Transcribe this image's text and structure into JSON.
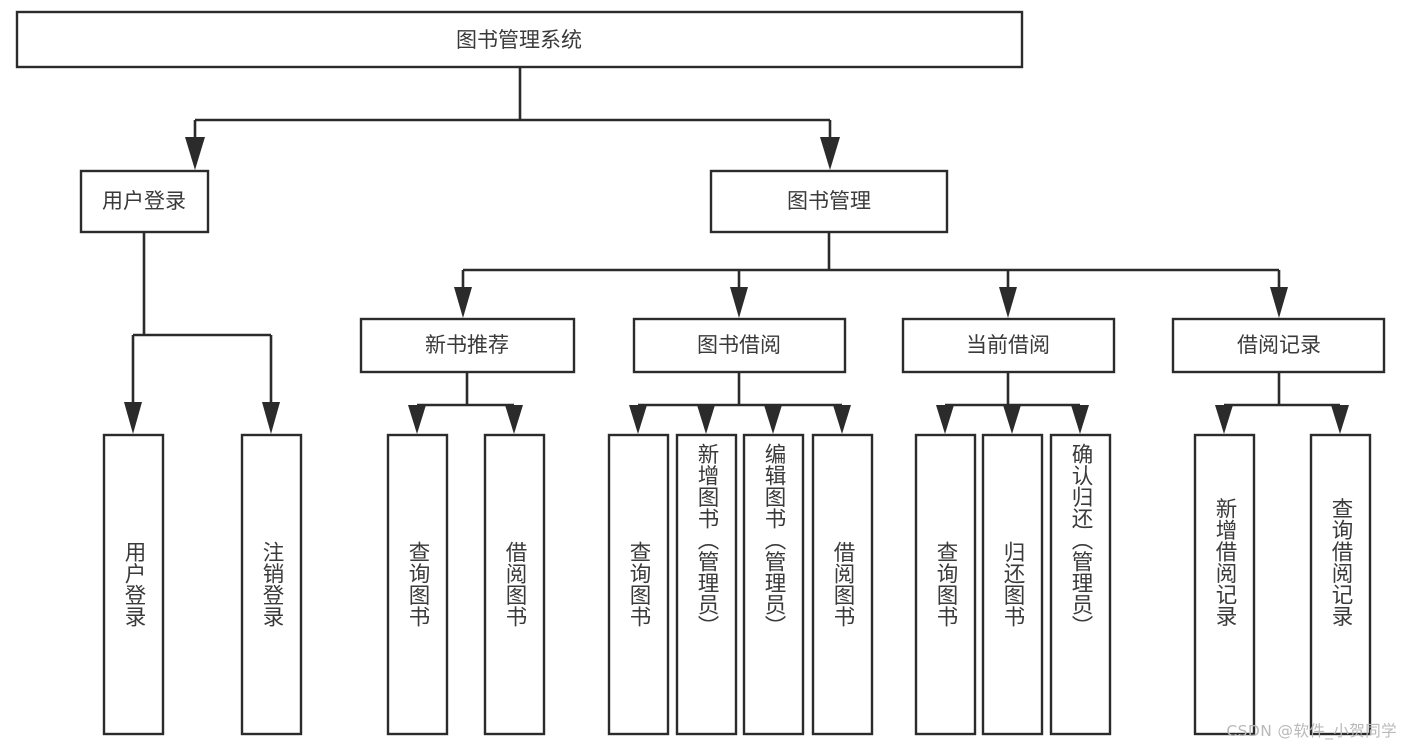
{
  "diagram": {
    "title": "图书管理系统",
    "type": "tree",
    "colors": {
      "box_stroke": "#2b2b2b",
      "box_fill": "#ffffff",
      "text": "#3a3a3a",
      "connector": "#2b2b2b",
      "watermark": "#b9b9b9",
      "background": "#ffffff"
    },
    "root": {
      "label": "图书管理系统"
    },
    "level2": [
      {
        "label": "用户登录"
      },
      {
        "label": "图书管理"
      }
    ],
    "level3": [
      {
        "label": "新书推荐"
      },
      {
        "label": "图书借阅"
      },
      {
        "label": "当前借阅"
      },
      {
        "label": "借阅记录"
      }
    ],
    "leaves": {
      "user_login": [
        {
          "label": "用户登录"
        },
        {
          "label": "注销登录"
        }
      ],
      "new_book_recommend": [
        {
          "label": "查询图书"
        },
        {
          "label": "借阅图书"
        }
      ],
      "book_borrow": [
        {
          "label": "查询图书"
        },
        {
          "label": "新增图书（管理员）"
        },
        {
          "label": "编辑图书（管理员）"
        },
        {
          "label": "借阅图书"
        }
      ],
      "current_borrow": [
        {
          "label": "查询图书"
        },
        {
          "label": "归还图书"
        },
        {
          "label": "确认归还（管理员）"
        }
      ],
      "borrow_record": [
        {
          "label": "新增借阅记录"
        },
        {
          "label": "查询借阅记录"
        }
      ]
    }
  },
  "watermark": {
    "text": "CSDN @软件_小贺同学"
  }
}
